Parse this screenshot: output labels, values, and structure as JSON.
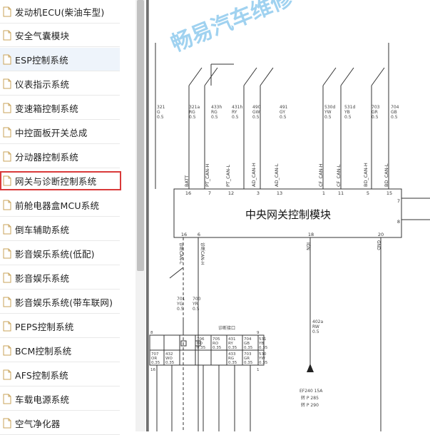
{
  "sidebar": {
    "items": [
      {
        "label": "发动机ECU(柴油车型)"
      },
      {
        "label": "安全气囊模块"
      },
      {
        "label": "ESP控制系统"
      },
      {
        "label": "仪表指示系统"
      },
      {
        "label": "变速箱控制系统"
      },
      {
        "label": "中控面板开关总成"
      },
      {
        "label": "分动器控制系统"
      },
      {
        "label": "网关与诊断控制系统"
      },
      {
        "label": "前舱电器盒MCU系统"
      },
      {
        "label": "倒车辅助系统"
      },
      {
        "label": "影音娱乐系统(低配)"
      },
      {
        "label": "影音娱乐系统"
      },
      {
        "label": "影音娱乐系统(带车联网)"
      },
      {
        "label": "PEPS控制系统"
      },
      {
        "label": "BCM控制系统"
      },
      {
        "label": "AFS控制系统"
      },
      {
        "label": "车载电源系统"
      },
      {
        "label": "空气净化器"
      }
    ],
    "selected_index": 7
  },
  "diagram": {
    "watermark": "畅易汽车维修",
    "module_title": "中央网关控制模块",
    "wires_top": [
      {
        "code": "321",
        "color": "G",
        "size": "0.5"
      },
      {
        "code": "321a",
        "color": "RG",
        "size": "0.5"
      },
      {
        "code": "433h",
        "color": "RG",
        "size": "0.5"
      },
      {
        "code": "431h",
        "color": "RY",
        "size": "0.5"
      },
      {
        "code": "490",
        "color": "GW",
        "size": "0.5"
      },
      {
        "code": "491",
        "color": "GY",
        "size": "0.5"
      },
      {
        "code": "530d",
        "color": "YW",
        "size": "0.5"
      },
      {
        "code": "531d",
        "color": "YB",
        "size": "0.5"
      },
      {
        "code": "703",
        "color": "GR",
        "size": "0.5"
      },
      {
        "code": "704",
        "color": "GB",
        "size": "0.5"
      }
    ],
    "signals": [
      "BATT",
      "PT_CAN-H",
      "PT_CAN-L",
      "AD_CAN-H",
      "AD_CAN-L",
      "CF_CAN-H",
      "CF_CAN-L",
      "BD_CAN-H",
      "BD_CAN-L"
    ],
    "pins_top": [
      "16",
      "7",
      "12",
      "3",
      "13",
      "1",
      "11",
      "5",
      "15"
    ],
    "pins_right": [
      "7",
      "8"
    ],
    "pins_bottom": [
      "16",
      "6",
      "18",
      "20"
    ],
    "bottom_signals": [
      "诊断CAN-L",
      "诊断CAN-H",
      "IGN",
      "GND"
    ],
    "diag_wires": [
      {
        "code": "701",
        "color": "YG",
        "size": "0.5"
      },
      {
        "code": "700",
        "color": "YR",
        "size": "0.5"
      }
    ],
    "diag_label": "诊断接口",
    "connector_top": [
      {
        "code": "706",
        "color": "BO",
        "size": "0.35"
      },
      {
        "code": "705",
        "color": "RO",
        "size": "0.35"
      },
      {
        "code": "431",
        "color": "RY",
        "size": "0.35"
      },
      {
        "code": "704",
        "color": "GB",
        "size": "0.35"
      },
      {
        "code": "531",
        "color": "YB",
        "size": "0.35"
      }
    ],
    "connector_bottom": [
      {
        "code": "707",
        "color": "OR",
        "size": "0.35"
      },
      {
        "code": "432",
        "color": "WO",
        "size": "0.35"
      },
      {
        "code": "433",
        "color": "RG",
        "size": "0.35"
      },
      {
        "code": "703",
        "color": "GR",
        "size": "0.35"
      },
      {
        "code": "530",
        "color": "YW",
        "size": "0.35"
      }
    ],
    "connector_pins": [
      "8",
      "9",
      "16",
      "1"
    ],
    "ign_wire": {
      "code": "402a",
      "color": "RW",
      "size": "0.5"
    },
    "fuse": {
      "name": "EF240 15A",
      "line1": "转 P 285",
      "line2": "转 P 290"
    }
  }
}
